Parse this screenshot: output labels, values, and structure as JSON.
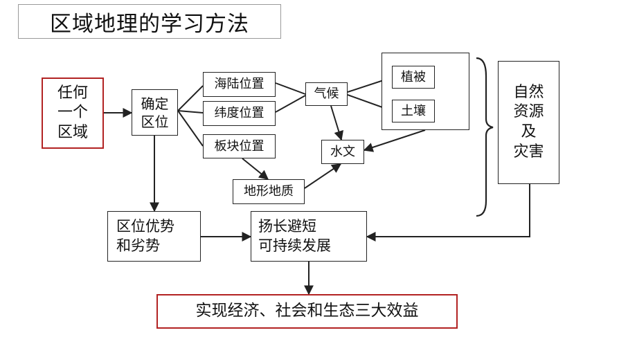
{
  "title": "区域地理的学习方法",
  "nodes": {
    "any_region": [
      "任何",
      "一个",
      "区域"
    ],
    "determine_location": [
      "确定",
      "区位"
    ],
    "sea_land_position": "海陆位置",
    "latitude_position": "纬度位置",
    "plate_position": "板块位置",
    "climate": "气候",
    "vegetation": "植被",
    "soil": "土壤",
    "hydrology": "水文",
    "terrain_geology": "地形地质",
    "natural_resources": [
      "自然",
      "资源",
      "及",
      "灾害"
    ],
    "location_pros_cons": [
      "区位优势",
      "和劣势"
    ],
    "sustainable": [
      "扬长避短",
      "可持续发展"
    ],
    "benefits": "实现经济、社会和生态三大效益"
  },
  "colors": {
    "accent_red": "#b22222",
    "line": "#222222"
  }
}
